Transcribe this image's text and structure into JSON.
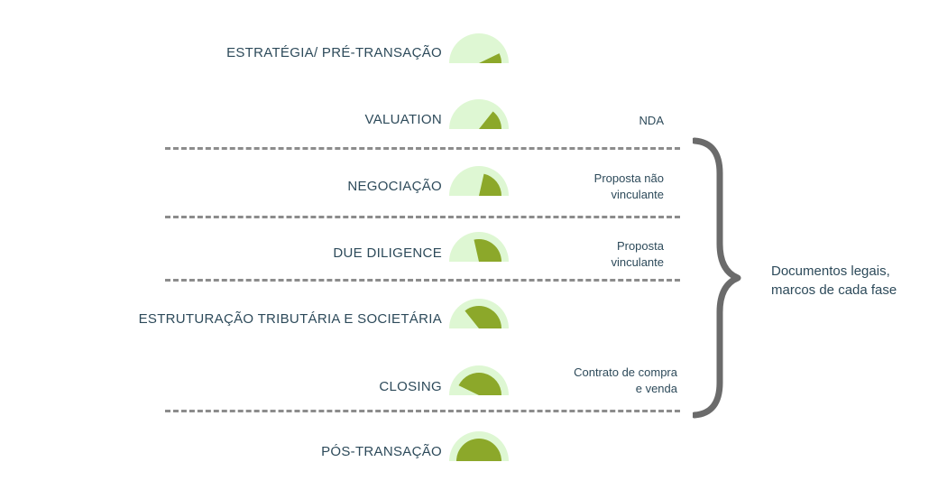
{
  "stages": [
    {
      "label": "ESTRATÉGIA/ PRÉ-TRANSAÇÃO",
      "progress": 0.143
    },
    {
      "label": "VALUATION",
      "progress": 0.286
    },
    {
      "label": "NEGOCIAÇÃO",
      "progress": 0.429
    },
    {
      "label": "DUE DILIGENCE",
      "progress": 0.571
    },
    {
      "label": "ESTRUTURAÇÃO TRIBUTÁRIA E SOCIETÁRIA",
      "progress": 0.714
    },
    {
      "label": "CLOSING",
      "progress": 0.857
    },
    {
      "label": "PÓS-TRANSAÇÃO",
      "progress": 1.0
    }
  ],
  "notes": [
    {
      "line1": "NDA",
      "line2": ""
    },
    {
      "line1": "Proposta não",
      "line2": "vinculante"
    },
    {
      "line1": "Proposta",
      "line2": "vinculante"
    },
    {
      "line1": "Contrato de compra",
      "line2": "e venda"
    }
  ],
  "brace_caption": {
    "line1": "Documentos legais,",
    "line2": "marcos de cada fase"
  },
  "colors": {
    "gauge_bg": "#def7d3",
    "gauge_fill": "#8ca82a",
    "divider": "#8c8c8c",
    "brace": "#6b6b6b",
    "text": "#2d4a5a"
  }
}
